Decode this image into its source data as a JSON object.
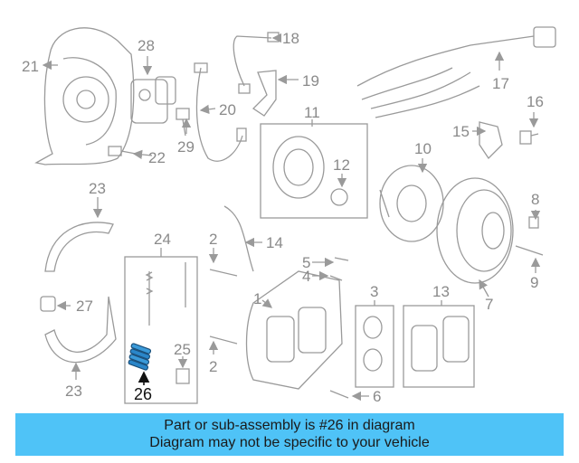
{
  "callouts": {
    "c1": "1",
    "c2a": "2",
    "c2b": "2",
    "c3": "3",
    "c4": "4",
    "c5": "5",
    "c6": "6",
    "c7": "7",
    "c8": "8",
    "c9": "9",
    "c10": "10",
    "c11": "11",
    "c12": "12",
    "c13": "13",
    "c14": "14",
    "c15": "15",
    "c16": "16",
    "c17": "17",
    "c18": "18",
    "c19": "19",
    "c20": "20",
    "c21": "21",
    "c22": "22",
    "c23a": "23",
    "c23b": "23",
    "c24": "24",
    "c25": "25",
    "c26": "26",
    "c27": "27",
    "c28": "28",
    "c29": "29"
  },
  "highlighted_part": "26",
  "colors": {
    "banner": "#4fc3f7",
    "line": "#9a9a9a",
    "highlight": "#2a86c9"
  },
  "banner": {
    "line1": "Part or sub-assembly is #26 in diagram",
    "line2": "Diagram may not be specific to your vehicle"
  }
}
